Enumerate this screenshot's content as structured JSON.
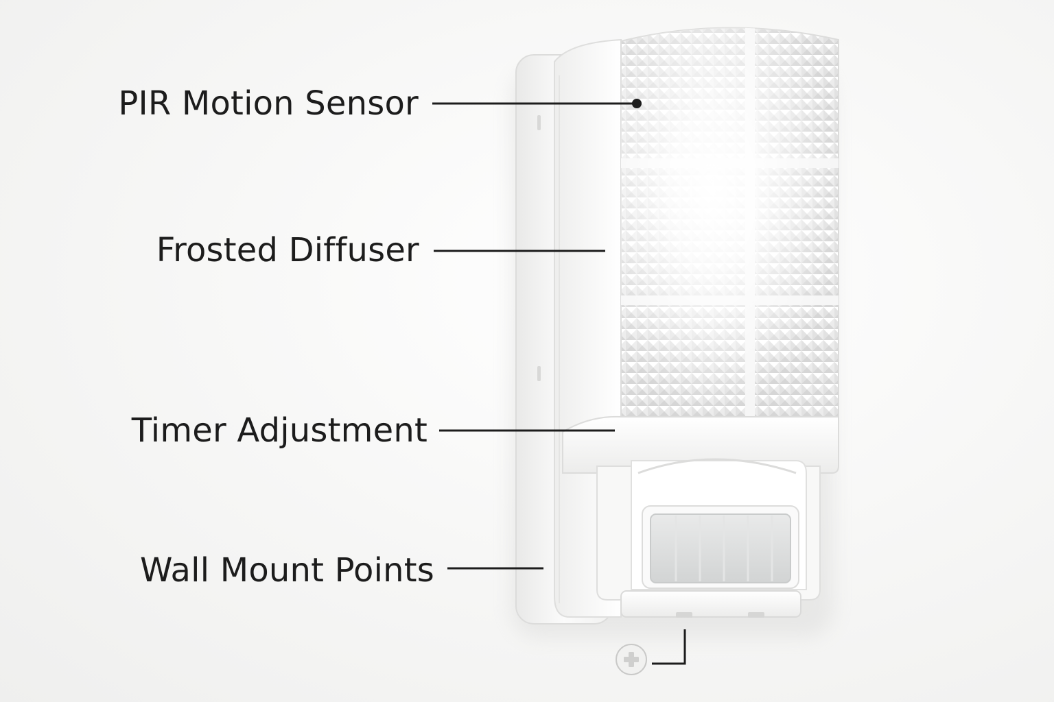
{
  "labels": {
    "pir": "PIR Motion Sensor",
    "diffuser": "Frosted Diffuser",
    "timer": "Timer Adjustment",
    "mount": "Wall Mount Points"
  },
  "colors": {
    "background": "#f4f4f3",
    "housing": "#ffffff",
    "leader_line": "#1c1c1c",
    "text": "#1c1c1c"
  },
  "icons": {
    "screw": "phillips-screw-icon",
    "pointer_dot": "leader-dot-icon"
  }
}
